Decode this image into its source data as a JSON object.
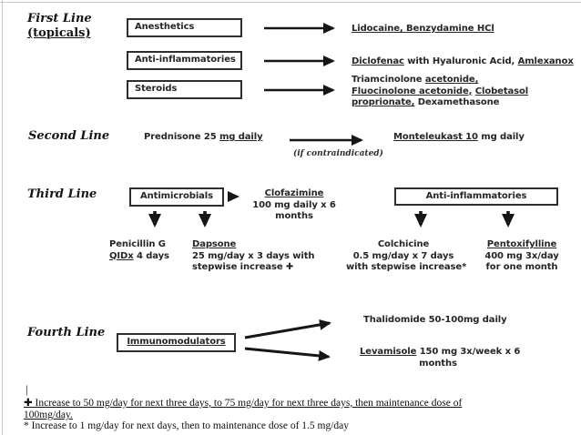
{
  "colors": {
    "ink": "#262626",
    "arrow": "#161616",
    "box_border": "#2e2e2e",
    "page_edge": "#c6c6c6"
  },
  "first_line": {
    "title": "First Line",
    "subtitle": "(topicals)",
    "box_anesthetics": "Anesthetics",
    "box_anti_inflammatories": "Anti-inflammatories",
    "box_steroids": "Steroids",
    "anesthetics_drugs": "Lidocaine, Benzydamine HCl",
    "anti_inflammatory_drugs": {
      "d1": "Diclofenac",
      "mid": " with Hyaluronic Acid, ",
      "d2": "Amlexanox"
    },
    "steroid_drugs": {
      "l1_plain": "Triamcinolone ",
      "l1_u": "acetonide,",
      "l2_u1": "Fluocinolone acetonide,",
      "l2_sep": " ",
      "l2_u2": "Clobetasol",
      "l3_u": "proprionate,",
      "l3_plain": " Dexamethasone"
    }
  },
  "second_line": {
    "title": "Second Line",
    "drug_plain": "Prednisone 25 ",
    "drug_u": "mg daily",
    "condition_note": "(if contraindicated)",
    "alt_u": "Monteleukast 10",
    "alt_plain": " mg daily"
  },
  "third_line": {
    "title": "Third Line",
    "box_antimicrobials": "Antimicrobials",
    "clofazimine_name": "Clofazimine",
    "clofazimine_dose1": "100 mg daily x 6",
    "clofazimine_dose2": "months",
    "penicillin_name": "Penicillin G",
    "penicillin_u": "QIDx",
    "penicillin_rest": " 4 days",
    "dapsone_name": "Dapsone",
    "dapsone_dose1": "25 mg/day x 3 days with",
    "dapsone_dose2": "stepwise increase ✚",
    "box_anti_inflammatories": "Anti-inflammatories",
    "colchicine_name": "Colchicine",
    "colchicine_dose1": "0.5 mg/day x 7 days",
    "colchicine_dose2": "with stepwise increase*",
    "pentoxifylline_name": "Pentoxifylline",
    "pentoxifylline_dose1": "400 mg 3x/day",
    "pentoxifylline_dose2": "for one month"
  },
  "fourth_line": {
    "title": "Fourth Line",
    "box_immunomodulators": "Immunomodulators",
    "thalidomide": "Thalidomide 50-100mg daily",
    "levamisole_u": "Levamisole",
    "levamisole_rest": " 150 mg 3x/week x 6",
    "levamisole_line2": "months"
  },
  "footnotes": {
    "cursor": "|",
    "plus_line1": "✚ Increase to 50 mg/day for next three days, to 75 mg/day for next three days, then maintenance dose of",
    "plus_line2": "100mg/day.",
    "asterisk": "* Increase to 1 mg/day for next days, then to maintenance dose of 1.5 mg/day"
  }
}
